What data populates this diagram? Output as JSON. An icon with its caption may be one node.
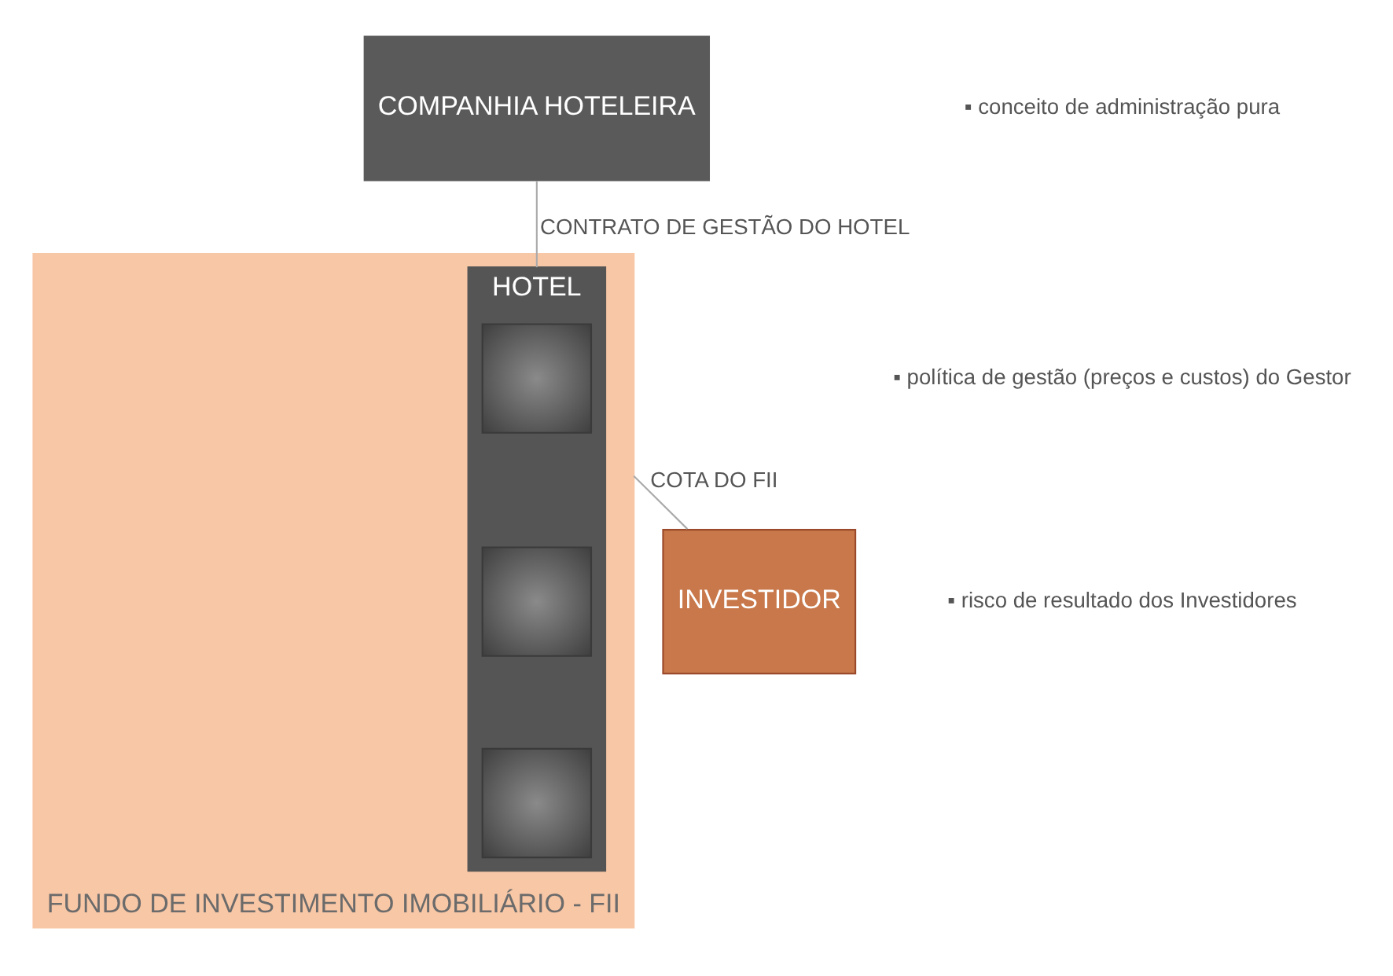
{
  "diagram": {
    "nodes": [
      {
        "text": [
          "FUNDO DE INVESTIMENTO IMOBILIÁRIO - FII"
        ]
      },
      {
        "text": [
          "HOTEL"
        ],
        "in": 0
      },
      {
        "text": [],
        "shape": "box",
        "in": 1
      },
      {
        "text": [],
        "shape": "box",
        "in": 1
      },
      {
        "text": [],
        "shape": "box",
        "in": 1
      },
      {
        "text": [
          "COMPANHIA HOTELEIRA"
        ]
      },
      {
        "text": [
          "INVESTIDOR"
        ]
      }
    ],
    "edges": [
      {
        "from": 5,
        "to": 1,
        "arrow": "none",
        "label": "CONTRATO DE GESTÃO DO HOTEL"
      },
      {
        "from": 0,
        "to": 6,
        "arrow": "none",
        "label": "COTA DO FII"
      }
    ],
    "labels": [
      "▪ conceito de administração pura",
      "▪ política de gestão (preços e custos) do Gestor",
      "▪ risco de resultado dos Investidores"
    ]
  }
}
